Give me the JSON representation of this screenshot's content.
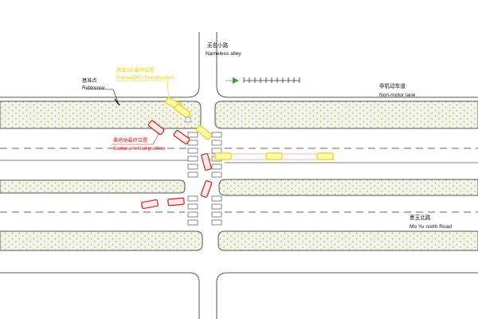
{
  "colors": {
    "road_line": "#555555",
    "median_fill": "#f3f3ea",
    "median_dots": "#8fbf4a",
    "yellow_car": "#e9d300",
    "red_car": "#d81e1e",
    "label_yellow": "#e9d300",
    "label_red": "#e02020",
    "label_black": "#111111",
    "marker_green": "#3aa040"
  },
  "labels": {
    "nameless_alley_cn": "无名小路",
    "nameless_alley_en": "Nameless alley",
    "reference_cn": "基准点",
    "reference_en": "Reference",
    "roewe_cn": "荣威550最终位置",
    "roewe_en": "Roewe550's final direction",
    "nonmotor_cn": "非机动车道",
    "nonmotor_en": "Non-motor lane",
    "santana_cn": "桑塔纳最终位置",
    "santana_en": "Santana 's final position",
    "moyu_cn": "墨玉北路",
    "moyu_en": "Mo Yu north Road"
  },
  "icons": {
    "north_marker": "arrow-icon",
    "scale_bar": "scale-bar-icon",
    "reference_point": "reference-point-icon"
  }
}
